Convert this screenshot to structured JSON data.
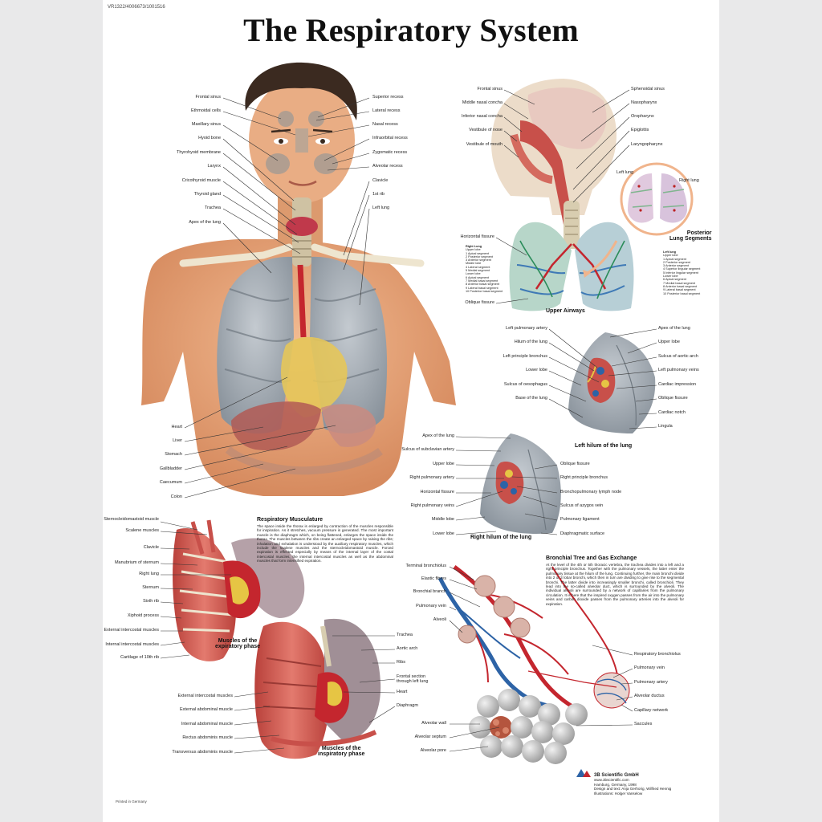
{
  "code": "VR1322/4006673/1001516",
  "title": "The Respiratory System",
  "colors": {
    "lung": "#9aa3ab",
    "skin": "#e8a77d",
    "muscle": "#c8504a",
    "blood": "#c4262e",
    "vein": "#2d63a6",
    "bone": "#e7dfc9"
  },
  "torso": {
    "left_labels": [
      "Frontal sinus",
      "Ethmoidal cells",
      "Maxillary sinus",
      "Hyoid bone",
      "Thyrohyoid membrane",
      "Larynx",
      "Cricothyroid muscle",
      "Thyroid gland",
      "Trachea",
      "Apex of the lung",
      "Heart",
      "Liver",
      "Stomach",
      "Gallbladder",
      "Caecumum",
      "Colon"
    ],
    "right_labels": [
      "Superior recess",
      "Lateral recess",
      "Nasal recess",
      "Infraorbital recess",
      "Zygomatic recess",
      "Alveolar recess",
      "Clavicle",
      "1st rib",
      "Left lung"
    ]
  },
  "airways": {
    "left_labels": [
      "Frontal sinus",
      "Middle nasal concha",
      "Inferior nasal concha",
      "Vestibule of nose",
      "Vestibule of mouth",
      "Horizontal fissure",
      "Oblique fissure"
    ],
    "right_labels": [
      "Sphenoidal sinus",
      "Nasopharynx",
      "Oropharynx",
      "Epiglottis",
      "Laryngopharynx"
    ],
    "caption": "Upper Airways",
    "legend_title": "Right Lung",
    "legend_lines": [
      "Upper lobe",
      "1 Apical segment",
      "2 Posterior segment",
      "3 Anterior segment",
      "Middle lobe",
      "4 Lateral segment",
      "5 Medial segment",
      "Lower lobe",
      "6 Apical segment",
      "7 Medial basal segment",
      "8 Anterior basal segment",
      "9 Lateral basal segment",
      "10 Posterior basal segment"
    ]
  },
  "posterior": {
    "left_lung": "Left lung",
    "right_lung": "Right lung",
    "caption_1": "Posterior",
    "caption_2": "Lung Segments",
    "legend_title": "Left lung",
    "legend_lines": [
      "Upper lobe",
      "1 Apical segment",
      "2 Posterior segment",
      "3 Anterior segment",
      "4 Superior lingular segment",
      "5 Inferior lingular segment",
      "Lower lobe",
      "6 Apical segment",
      "7 Medial basal segment",
      "8 Anterior basal segment",
      "9 Lateral basal segment",
      "10 Posterior basal segment"
    ]
  },
  "left_hilum": {
    "left_labels": [
      "Left pulmonary artery",
      "Hilum of the lung",
      "Left principle bronchus",
      "Lower lobe",
      "Sulcus of oesophagus",
      "Base of the lung"
    ],
    "right_labels": [
      "Apex of the lung",
      "Upper lobe",
      "Sulcus of aortic arch",
      "Left pulmonary veins",
      "Cardiac impression",
      "Oblique fissure",
      "Cardiac notch",
      "Lingula"
    ],
    "caption": "Left hilum of the lung"
  },
  "right_hilum": {
    "left_labels": [
      "Apex of the lung",
      "Sulcus of subclavian artery",
      "Upper lobe",
      "Right pulmonary artery",
      "Horizontal fissure",
      "Right pulmonary veins",
      "Middle lobe",
      "Lower lobe"
    ],
    "right_labels": [
      "Oblique fissure",
      "Right principle bronchus",
      "Bronchopulmonary lymph node",
      "Sulcus of azygos vein",
      "Pulmonary ligament",
      "Diaphragmatic surface"
    ],
    "caption": "Right hilum of the lung"
  },
  "musculature": {
    "heading": "Respiratory Musculature",
    "text": "The space inside the thorax is enlarged by contraction of the muscles responsible for inspiration. As it stretches, vacuum pressure is generated. The most important muscle is the diaphragm which, on being flattened, enlarges the space inside the thorax. The muscles between the ribs create an enlarged space by raising the ribs; inhalation and exhalation is understood by the auxiliary respiratory muscles, which include the scalene muscles and the sternocleidomastoid muscle. Forced expiration is effected especially by means of the internal layer of the costal intercostal muscles, the internal intercostal muscles as well as the abdominal muscles that form intensified expiration.",
    "exp_labels": [
      "Sternocleidomastoid muscle",
      "Scalene muscles",
      "Clavicle",
      "Manubrium of sternum",
      "Right lung",
      "Sternum",
      "Sixth rib",
      "Xiphoid process",
      "External intercostal muscles",
      "Internal intercostal muscles",
      "Cartilage of 10th rib"
    ],
    "exp_caption_1": "Muscles of the",
    "exp_caption_2": "expiratory phase",
    "insp_left_labels": [
      "External intercostal muscles",
      "External abdominal muscle",
      "Internal abdominal muscle",
      "Rectus abdominis muscle",
      "Transversus abdominis muscle"
    ],
    "insp_right_labels": [
      "Trachea",
      "Aortic arch",
      "Ribs",
      "Frontal section through left lung",
      "Heart",
      "Diaphragm"
    ],
    "insp_caption_1": "Muscles of the",
    "insp_caption_2": "inspiratory phase"
  },
  "bronchial": {
    "heading": "Bronchial Tree and Gas Exchange",
    "text": "At the level of the 4th or 5th thoracic vertebra, the trachea divides into a left and a right principle bronchus. Together with the pulmonary vessels, the latter enter the pulmonary tissue at the hilum of the lung. Continuing further, the main bronchi divide into 2 or 3 lobar bronchi, which then in turn are dividing to give rise to the segmental bronchi. The latter divide into increasingly smaller bronchi, called bronchioli. They lead into the so-called alveolar duct, which is surrounded by the alveoli. The individual alveoli are surrounded by a network of capillaries from the pulmonary circulation. It is here that the inspired oxygen passes from the air into the pulmonary veins and carbon dioxide passes from the pulmonary arteries into the alveoli for expiration.",
    "left_labels": [
      "Terminal bronchiolus",
      "Elastic fibres",
      "Bronchial branch",
      "Pulmonary vein",
      "Alveoli",
      "Alveolar wall",
      "Alveolar septum",
      "Alveolar pore"
    ],
    "right_labels": [
      "Respiratory bronchiolus",
      "Pulmonary vein",
      "Pulmonary artery",
      "Alveolar ductus",
      "Capillary network",
      "Saccules"
    ]
  },
  "publisher": {
    "brand": "3B Scientific GmbH",
    "lines": [
      "www.3bscientific.com",
      "Hamburg, Germany, 1998",
      "Design and text: Anja Gerhorig, Wilfried Hennig",
      "Illustrations: Holger Vanselow"
    ]
  },
  "printed": "Printed in Germany"
}
